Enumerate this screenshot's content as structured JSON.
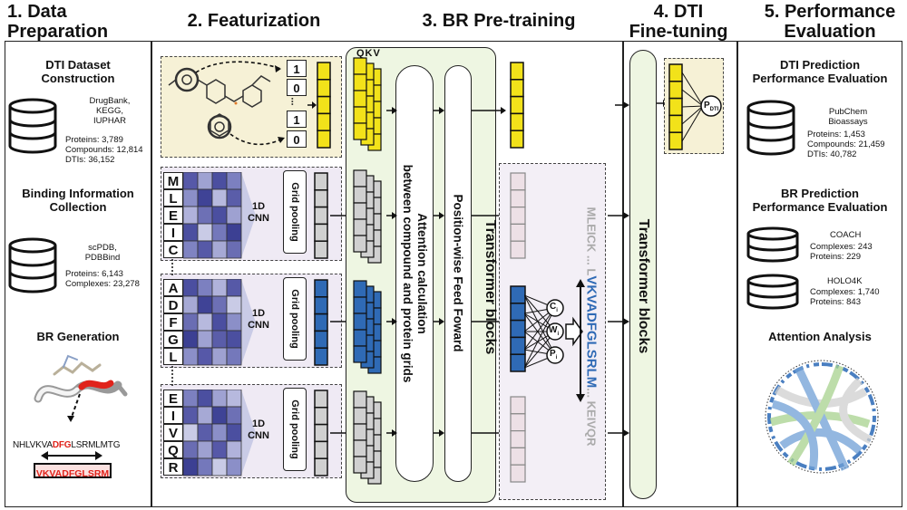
{
  "sections": {
    "s1": "1. Data\nPreparation",
    "s2": "2. Featurization",
    "s3": "3. BR Pre-training",
    "s4": "4. DTI\nFine-tuning",
    "s5": "5. Performance\nEvaluation"
  },
  "data_prep": {
    "dti_title": "DTI Dataset\nConstruction",
    "dti_sources": "DrugBank,\nKEGG,\nIUPHAR",
    "dti_proteins": "Proteins: 3,789",
    "dti_compounds": "Compounds: 12,814",
    "dti_dtis": "DTIs: 36,152",
    "bind_title": "Binding Information\nCollection",
    "bind_sources": "scPDB,\nPDBBind",
    "bind_proteins": "Proteins: 6,143",
    "bind_complexes": "Complexes: 23,278",
    "br_title": "BR Generation",
    "seq_prefix": "NHLVKVA",
    "seq_mid": "DFG",
    "seq_suffix": "LSRMLMTG",
    "br_seq": "VKVADFGLSRM"
  },
  "featurization": {
    "bits": [
      "1",
      "0",
      "1",
      "0"
    ],
    "bits_dots": "...",
    "grid1": [
      "M",
      "L",
      "E",
      "I",
      "C"
    ],
    "grid2": [
      "A",
      "D",
      "F",
      "G",
      "L"
    ],
    "grid3": [
      "E",
      "I",
      "V",
      "Q",
      "R"
    ],
    "cnn": "1D\nCNN",
    "grid_pooling": "Grid pooling"
  },
  "pretrain": {
    "qkv": "QKV",
    "attention": "Attention calculation\nbetween compound and protein grids",
    "ffn": "Position-wise Feed Foward",
    "transformer": "Transformer blocks",
    "seq_top": "MLEICK ... L",
    "seq_bold": "VKVADFGLSRLM",
    "seq_bottom": "... KEIVQR",
    "c_label": "C",
    "w_label": "W",
    "p_label": "P",
    "sub_i": "i"
  },
  "finetune": {
    "transformer": "Transformer blocks",
    "p_dti": "P",
    "p_sub": "DTI"
  },
  "evaluation": {
    "dti_eval_title": "DTI Prediction\nPerformance Evaluation",
    "pubchem": "PubChem\nBioassays",
    "pc_proteins": "Proteins: 1,453",
    "pc_compounds": "Compounds: 21,459",
    "pc_dtis": "DTIs: 40,782",
    "br_eval_title": "BR Prediction\nPerformance Evaluation",
    "coach": "COACH",
    "coach_complexes": "Complexes: 243",
    "coach_proteins": "Proteins: 229",
    "holo": "HOLO4K",
    "holo_complexes": "Complexes: 1,740",
    "holo_proteins": "Proteins: 843",
    "attention_title": "Attention Analysis"
  },
  "colors": {
    "yellow": "#f2e21a",
    "blue": "#2f6ab5",
    "gray": "#d0d0d0",
    "light_pink": "#ede0e6",
    "green_bg": "#eef6e2",
    "tan_bg": "#f6f1d6",
    "lavender_bg": "#efeaf4",
    "purple_dark": "#4b4fa0",
    "purple_light": "#c9cbe6",
    "red": "#e0231b"
  }
}
